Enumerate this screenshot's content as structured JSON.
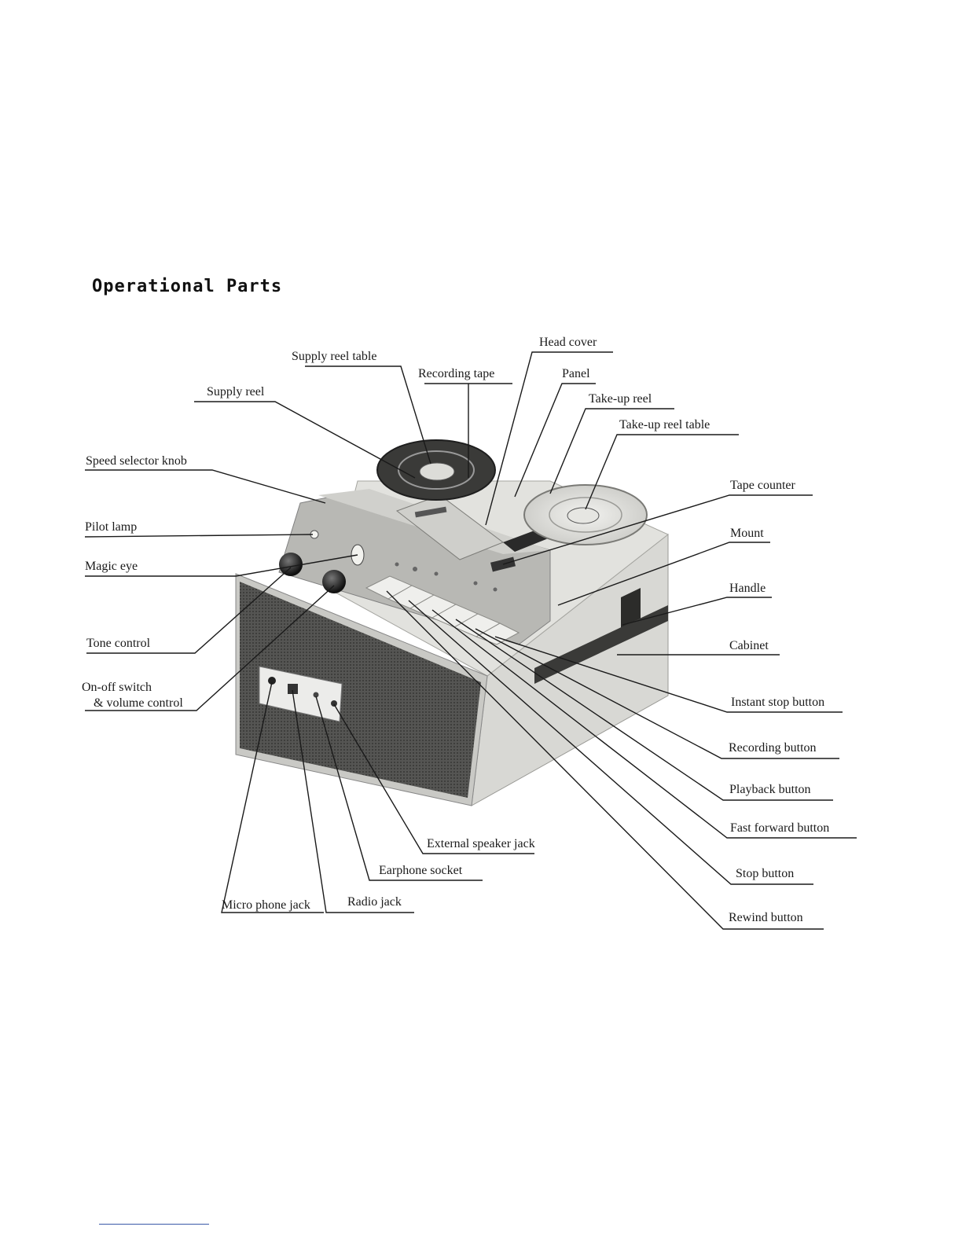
{
  "title": "Operational Parts",
  "labels": {
    "supply_reel_table": "Supply reel table",
    "head_cover": "Head cover",
    "recording_tape": "Recording tape",
    "panel": "Panel",
    "supply_reel": "Supply reel",
    "take_up_reel": "Take-up reel",
    "take_up_reel_table": "Take-up reel table",
    "speed_selector_knob": "Speed selector knob",
    "tape_counter": "Tape counter",
    "pilot_lamp": "Pilot lamp",
    "mount": "Mount",
    "magic_eye": "Magic eye",
    "handle": "Handle",
    "tone_control": "Tone control",
    "cabinet": "Cabinet",
    "on_off_switch_line1": "On-off switch",
    "on_off_switch_line2": "& volume control",
    "instant_stop_button": "Instant stop button",
    "recording_button": "Recording button",
    "playback_button": "Playback button",
    "fast_forward_button": "Fast forward button",
    "stop_button": "Stop button",
    "rewind_button": "Rewind button",
    "external_speaker_jack": "External speaker jack",
    "earphone_socket": "Earphone socket",
    "radio_jack": "Radio jack",
    "microphone_jack": "Micro phone jack"
  },
  "colors": {
    "cabinet": "#d9d9d6",
    "panel": "#bdbdb9",
    "grille": "#4a4a48",
    "ink": "#1a1a1a"
  }
}
